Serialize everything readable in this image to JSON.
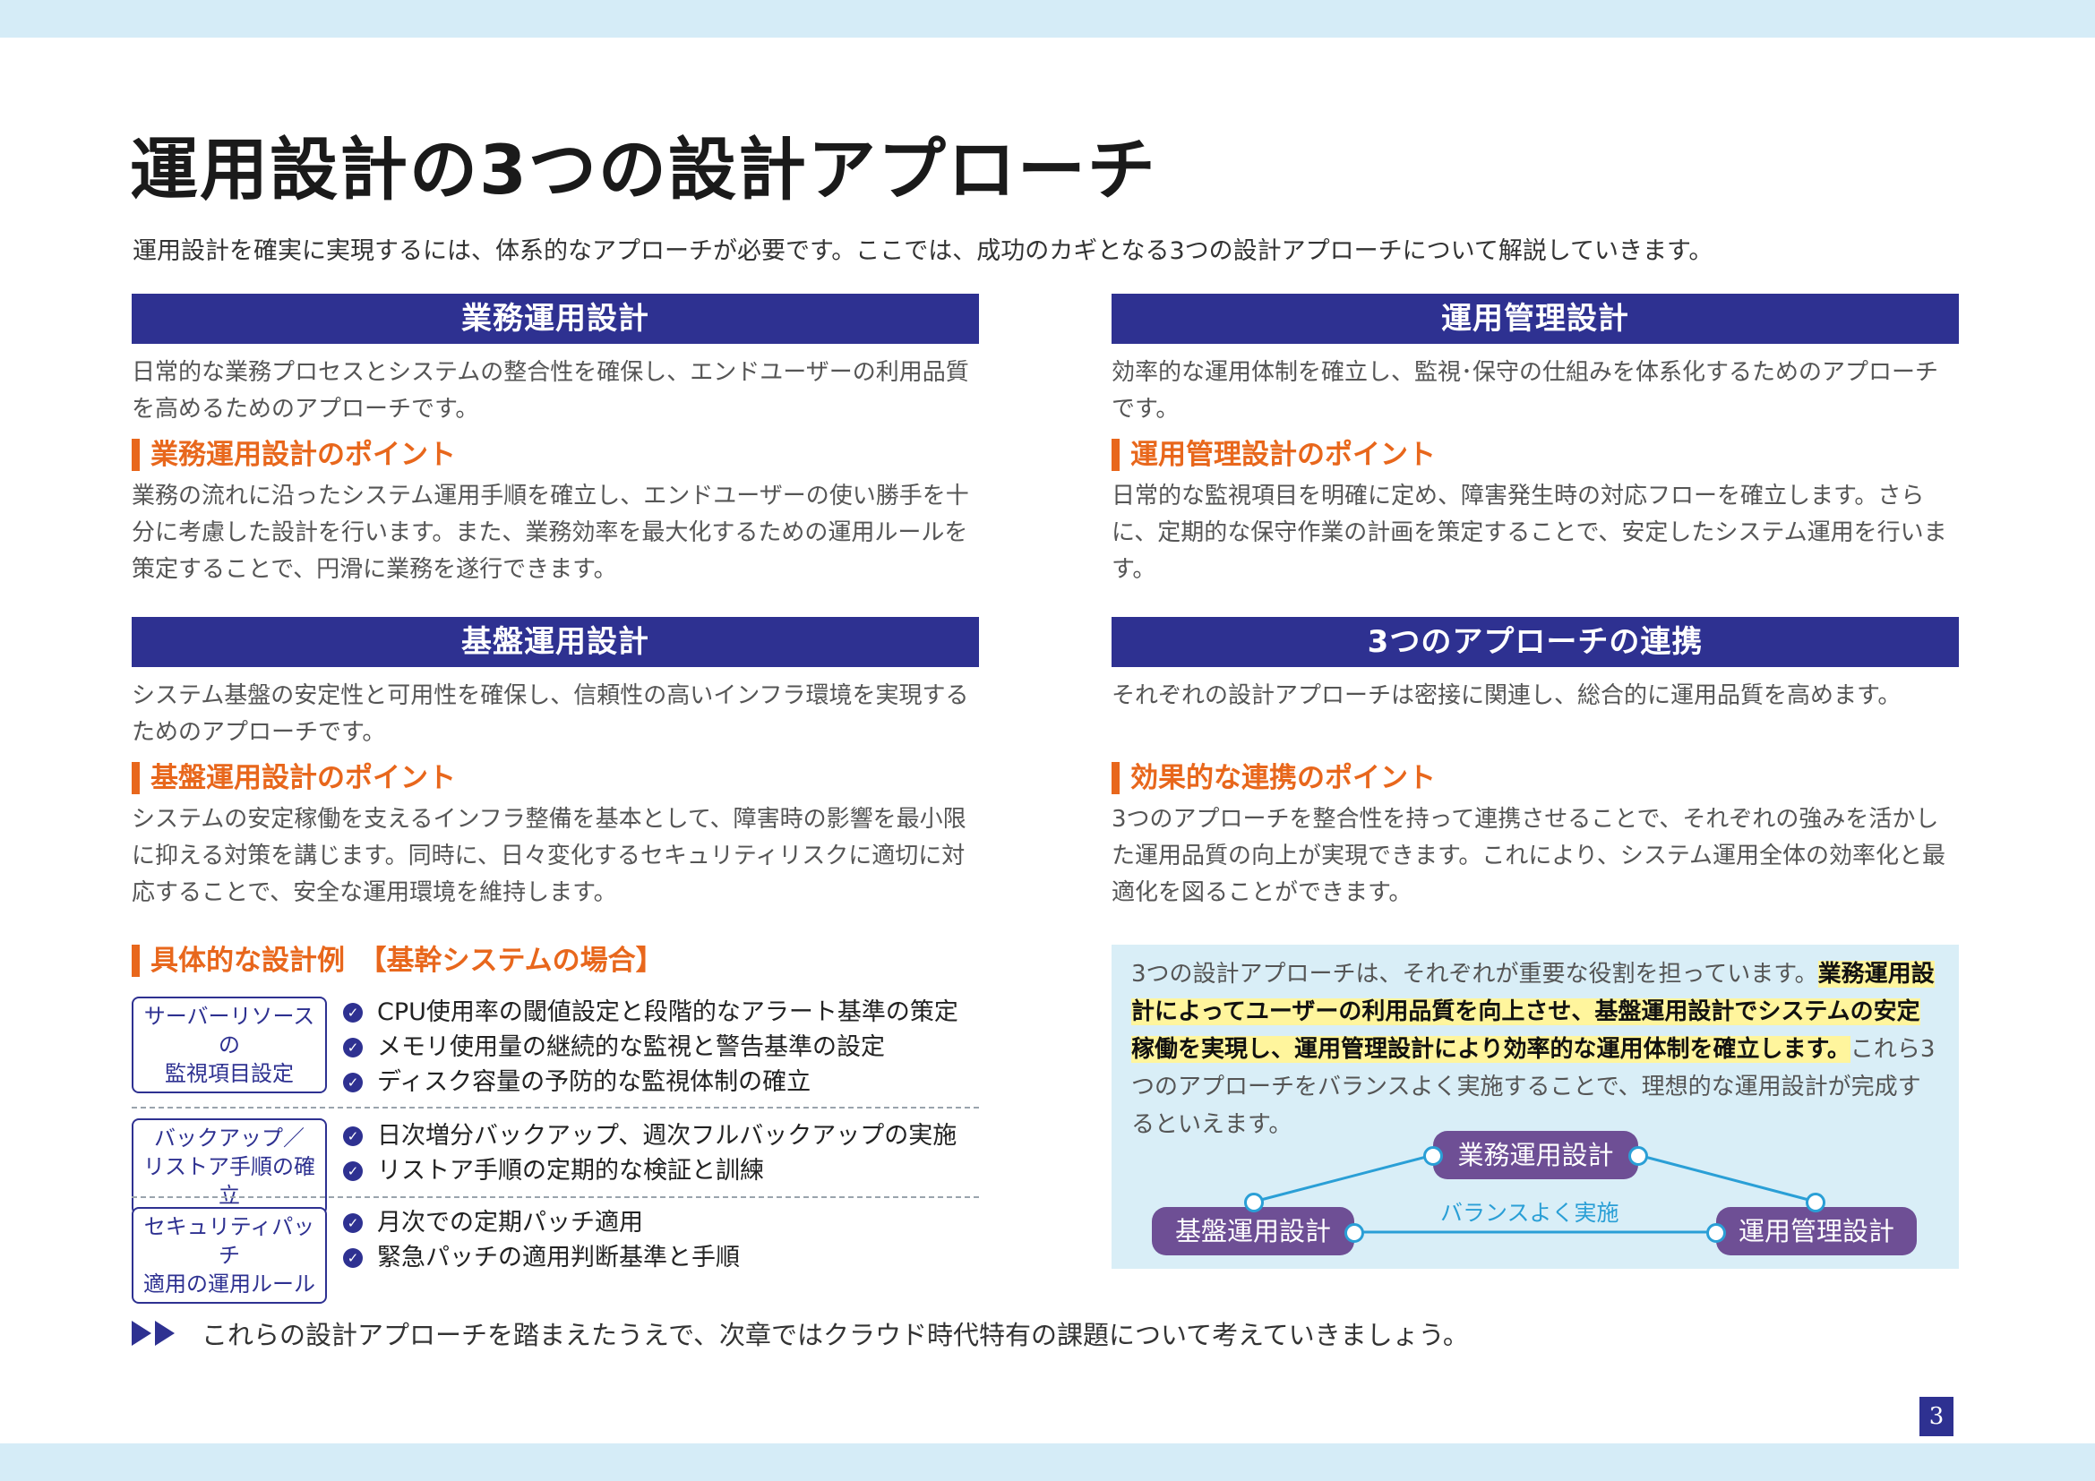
{
  "title": "運用設計の3つの設計アプローチ",
  "intro": "運用設計を確実に実現するには、体系的なアプローチが必要です。ここでは、成功のカギとなる3つの設計アプローチについて解説していきます。",
  "sections": {
    "gyomu": {
      "heading": "業務運用設計",
      "desc": "日常的な業務プロセスとシステムの整合性を確保し、エンドユーザーの利用品質を高めるためのアプローチです。",
      "point_title": "業務運用設計のポイント",
      "point_text": "業務の流れに沿ったシステム運用手順を確立し、エンドユーザーの使い勝手を十分に考慮した設計を行います。また、業務効率を最大化するための運用ルールを策定することで、円滑に業務を遂行できます。"
    },
    "kanri": {
      "heading": "運用管理設計",
      "desc": "効率的な運用体制を確立し、監視･保守の仕組みを体系化するためのアプローチです。",
      "point_title": "運用管理設計のポイント",
      "point_text": "日常的な監視項目を明確に定め、障害発生時の対応フローを確立します。さらに、定期的な保守作業の計画を策定することで、安定したシステム運用を行います。"
    },
    "kiban": {
      "heading": "基盤運用設計",
      "desc": "システム基盤の安定性と可用性を確保し、信頼性の高いインフラ環境を実現するためのアプローチです。",
      "point_title": "基盤運用設計のポイント",
      "point_text": "システムの安定稼働を支えるインフラ整備を基本として、障害時の影響を最小限に抑える対策を講じます。同時に、日々変化するセキュリティリスクに適切に対応することで、安全な運用環境を維持します。"
    },
    "renkei": {
      "heading": "3つのアプローチの連携",
      "desc": "それぞれの設計アプローチは密接に関連し、総合的に運用品質を高めます。",
      "point_title": "効果的な連携のポイント",
      "point_text": "3つのアプローチを整合性を持って連携させることで、それぞれの強みを活かした運用品質の向上が実現できます。これにより、システム運用全体の効率化と最適化を図ることができます。"
    }
  },
  "examples": {
    "heading": "具体的な設計例　【基幹システムの場合】",
    "groups": [
      {
        "label_line1": "サーバーリソースの",
        "label_line2": "監視項目設定",
        "items": [
          "CPU使用率の閾値設定と段階的なアラート基準の策定",
          "メモリ使用量の継続的な監視と警告基準の設定",
          "ディスク容量の予防的な監視体制の確立"
        ]
      },
      {
        "label_line1": "バックアップ／",
        "label_line2": "リストア手順の確立",
        "items": [
          "日次増分バックアップ、週次フルバックアップの実施",
          "リストア手順の定期的な検証と訓練"
        ]
      },
      {
        "label_line1": "セキュリティパッチ",
        "label_line2": "適用の運用ルール",
        "items": [
          "月次での定期パッチ適用",
          "緊急パッチの適用判断基準と手順"
        ]
      }
    ]
  },
  "summary": {
    "text_before": "3つの設計アプローチは、それぞれが重要な役割を担っています。",
    "text_highlight": "業務運用設計によってユーザーの利用品質を向上させ、基盤運用設計でシステムの安定稼働を実現し、運用管理設計により効率的な運用体制を確立します。",
    "text_after": "これら3つのアプローチをバランスよく実施することで、理想的な運用設計が完成するといえます。",
    "diagram": {
      "top": "業務運用設計",
      "left": "基盤運用設計",
      "right": "運用管理設計",
      "center_label": "バランスよく実施"
    }
  },
  "footer": "これらの設計アプローチを踏まえたうえで、次章ではクラウド時代特有の課題について考えていきましょう。",
  "page_number": "3",
  "colors": {
    "navy": "#2e3191",
    "orange": "#e8671c",
    "light_blue": "#d5ecf7",
    "purple_pill": "#6e4f95",
    "line_blue": "#2a9fd6",
    "highlight": "#fff59d"
  }
}
